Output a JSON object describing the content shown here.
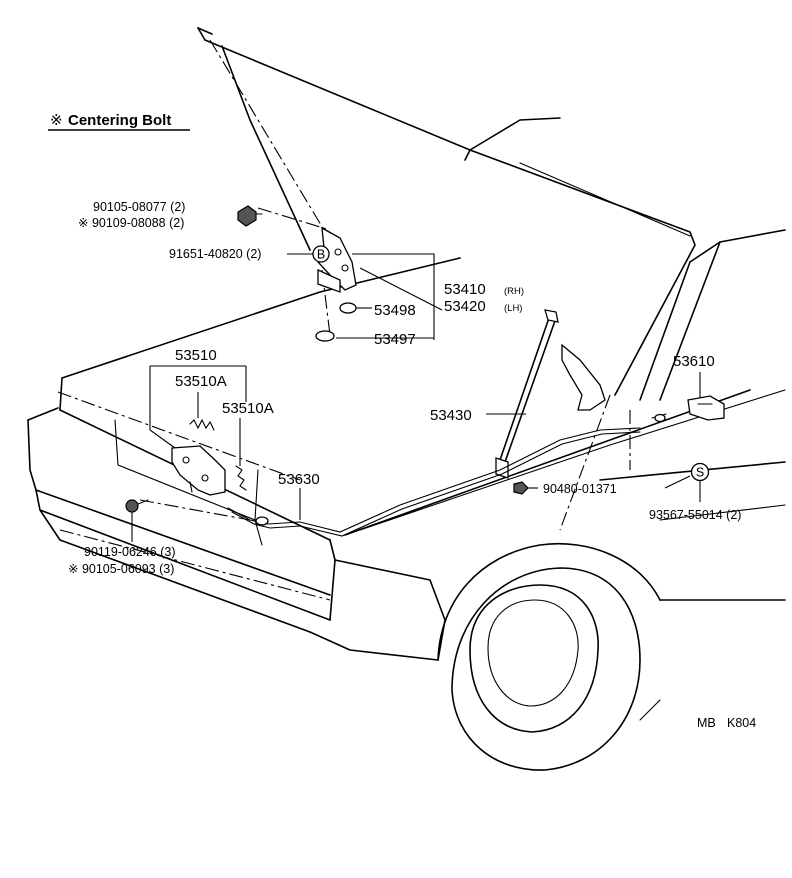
{
  "legend": {
    "symbol": "※",
    "text": "Centering Bolt"
  },
  "callouts": {
    "bolt_hinge_1": "90105-08077 (2)",
    "bolt_hinge_2": "※ 90109-08088 (2)",
    "nut_hinge": "91651-40820 (2)",
    "hinge_rh": "53410",
    "hinge_rh_suffix": "(RH)",
    "hinge_lh": "53420",
    "hinge_lh_suffix": "(LH)",
    "cushion_53498": "53498",
    "cushion_53497": "53497",
    "lock_assy": "53510",
    "lock_sub_1": "53510A",
    "lock_sub_2": "53510A",
    "support_rod": "53430",
    "release_cable": "53630",
    "release_lever": "53610",
    "clamp": "90480-01371",
    "screw_lever": "93567-55014 (2)",
    "bolt_lock_1": "90119-06246 (3)",
    "bolt_lock_2": "※ 90105-06093 (3)"
  },
  "symbols": {
    "nut_marker": "B",
    "screw_marker": "S"
  },
  "diagram_code": {
    "prefix": "MB",
    "code": "K804"
  }
}
